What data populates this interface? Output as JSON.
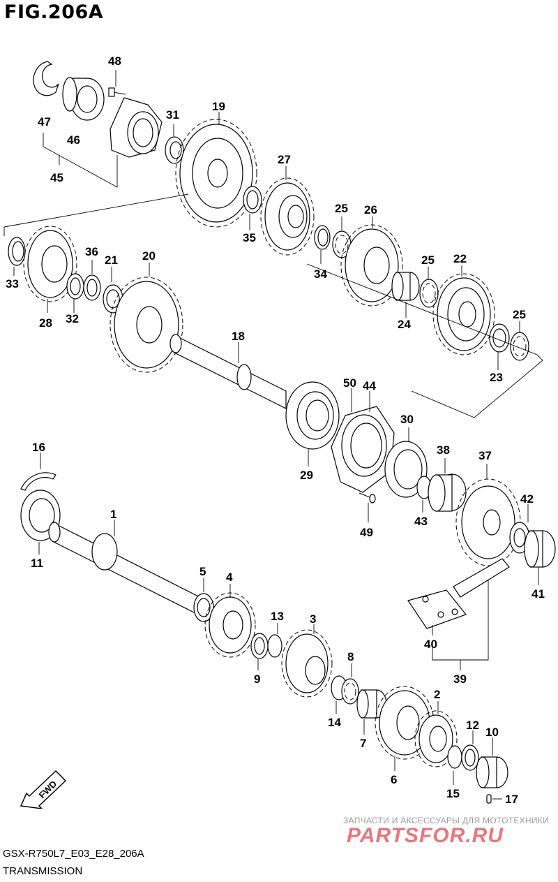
{
  "figure": {
    "title": "FIG.206A",
    "code": "GSX-R750L7_E03_E28_206A",
    "subtitle": "TRANSMISSION"
  },
  "watermark": {
    "line1": "ЗАПЧАСТИ И АКСЕССУАРЫ ДЛЯ МОТОТЕХНИКИ",
    "line2": "PARTSFOR.RU"
  },
  "fwd_label": "FWD",
  "callouts": {
    "c1": "1",
    "c2": "2",
    "c3": "3",
    "c4": "4",
    "c5": "5",
    "c6": "6",
    "c7": "7",
    "c8": "8",
    "c9": "9",
    "c10": "10",
    "c11": "11",
    "c12": "12",
    "c13": "13",
    "c14": "14",
    "c15": "15",
    "c16": "16",
    "c17": "17",
    "c18": "18",
    "c19": "19",
    "c20": "20",
    "c21": "21",
    "c22": "22",
    "c23": "23",
    "c24": "24",
    "c25a": "25",
    "c25b": "25",
    "c25c": "25",
    "c26": "26",
    "c27": "27",
    "c28": "28",
    "c29": "29",
    "c30": "30",
    "c31": "31",
    "c32": "32",
    "c33": "33",
    "c34": "34",
    "c35": "35",
    "c36": "36",
    "c37": "37",
    "c38": "38",
    "c39": "39",
    "c40": "40",
    "c41": "41",
    "c42": "42",
    "c43": "43",
    "c44": "44",
    "c45": "45",
    "c46": "46",
    "c47": "47",
    "c48": "48",
    "c49": "49",
    "c50": "50"
  }
}
